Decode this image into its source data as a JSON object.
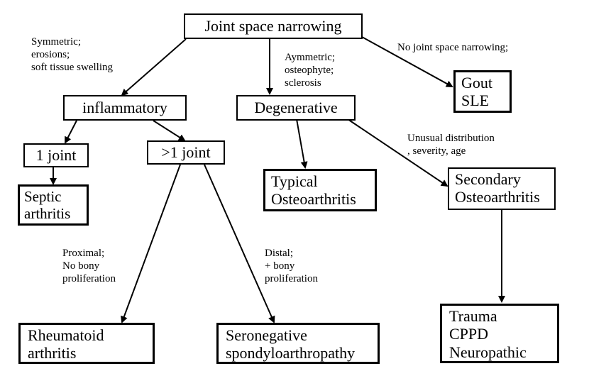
{
  "nodes": {
    "root": {
      "text": "Joint space narrowing"
    },
    "inflammatory": {
      "text": "inflammatory"
    },
    "degenerative": {
      "text": "Degenerative"
    },
    "gout_sle": {
      "lines": [
        "Gout",
        "SLE"
      ]
    },
    "one_joint": {
      "text": "1 joint"
    },
    "multi_joint": {
      "text": ">1 joint"
    },
    "septic": {
      "lines": [
        "Septic",
        "arthritis"
      ]
    },
    "typical_oa": {
      "lines": [
        "Typical",
        "Osteoarthritis"
      ]
    },
    "secondary_oa": {
      "lines": [
        "Secondary",
        "Osteoarthritis"
      ]
    },
    "rheumatoid": {
      "lines": [
        "Rheumatoid",
        "arthritis"
      ]
    },
    "seronegative": {
      "lines": [
        "Seronegative",
        "spondyloarthropathy"
      ]
    },
    "trauma": {
      "lines": [
        "Trauma",
        "CPPD",
        "Neuropathic"
      ]
    }
  },
  "edge_labels": {
    "symmetric": [
      "Symmetric;",
      "erosions;",
      "soft tissue swelling"
    ],
    "asymmetric": [
      "Aymmetric;",
      "osteophyte;",
      "sclerosis"
    ],
    "no_narrowing": [
      "No joint space narrowing;"
    ],
    "unusual": [
      "Unusual distribution",
      ", severity, age"
    ],
    "proximal": [
      "Proximal;",
      "No bony",
      "proliferation"
    ],
    "distal": [
      "Distal;",
      "+ bony",
      "proliferation"
    ]
  }
}
